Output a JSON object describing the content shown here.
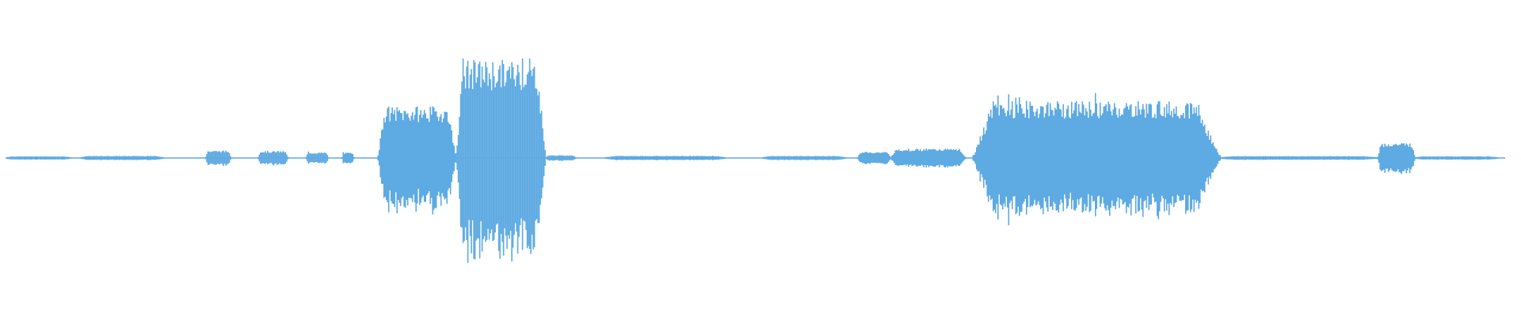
{
  "waveform": {
    "color": "#5eaae2",
    "background": "#ffffff",
    "time_span": [
      0,
      1
    ],
    "amplitude_range": [
      -1,
      1
    ],
    "segments": [
      {
        "start": 0.0,
        "end": 0.043,
        "peak": 0.008
      },
      {
        "start": 0.05,
        "end": 0.105,
        "peak": 0.012
      },
      {
        "start": 0.133,
        "end": 0.15,
        "peak": 0.062
      },
      {
        "start": 0.168,
        "end": 0.188,
        "peak": 0.058
      },
      {
        "start": 0.2,
        "end": 0.215,
        "peak": 0.045
      },
      {
        "start": 0.224,
        "end": 0.232,
        "peak": 0.042
      },
      {
        "start": 0.248,
        "end": 0.3,
        "peak": 0.47
      },
      {
        "start": 0.3,
        "end": 0.36,
        "peak": 0.9
      },
      {
        "start": 0.36,
        "end": 0.38,
        "peak": 0.018
      },
      {
        "start": 0.4,
        "end": 0.48,
        "peak": 0.012
      },
      {
        "start": 0.505,
        "end": 0.56,
        "peak": 0.012
      },
      {
        "start": 0.568,
        "end": 0.59,
        "peak": 0.05
      },
      {
        "start": 0.59,
        "end": 0.64,
        "peak": 0.08
      },
      {
        "start": 0.645,
        "end": 0.81,
        "peak": 0.52
      },
      {
        "start": 0.81,
        "end": 0.915,
        "peak": 0.01
      },
      {
        "start": 0.915,
        "end": 0.94,
        "peak": 0.135
      },
      {
        "start": 0.94,
        "end": 0.995,
        "peak": 0.008
      }
    ]
  }
}
